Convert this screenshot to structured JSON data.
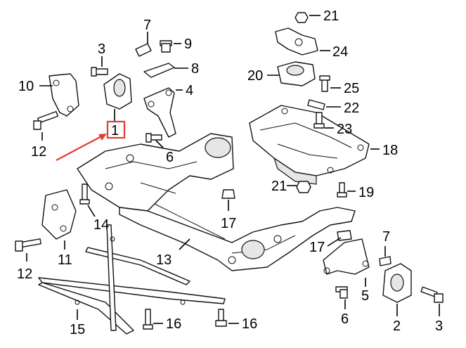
{
  "callouts": [
    {
      "id": "c10",
      "text": "10"
    },
    {
      "id": "c3a",
      "text": "3"
    },
    {
      "id": "c7a",
      "text": "7"
    },
    {
      "id": "c9",
      "text": "9"
    },
    {
      "id": "c8",
      "text": "8"
    },
    {
      "id": "c4",
      "text": "4"
    },
    {
      "id": "c1",
      "text": "1"
    },
    {
      "id": "c12a",
      "text": "12"
    },
    {
      "id": "c6a",
      "text": "6"
    },
    {
      "id": "c21a",
      "text": "21"
    },
    {
      "id": "c24",
      "text": "24"
    },
    {
      "id": "c20",
      "text": "20"
    },
    {
      "id": "c25",
      "text": "25"
    },
    {
      "id": "c22",
      "text": "22"
    },
    {
      "id": "c23",
      "text": "23"
    },
    {
      "id": "c18",
      "text": "18"
    },
    {
      "id": "c21b",
      "text": "21"
    },
    {
      "id": "c19",
      "text": "19"
    },
    {
      "id": "c14",
      "text": "14"
    },
    {
      "id": "c17a",
      "text": "17"
    },
    {
      "id": "c11",
      "text": "11"
    },
    {
      "id": "c12b",
      "text": "12"
    },
    {
      "id": "c13",
      "text": "13"
    },
    {
      "id": "c7b",
      "text": "7"
    },
    {
      "id": "c17b",
      "text": "17"
    },
    {
      "id": "c5",
      "text": "5"
    },
    {
      "id": "c6b",
      "text": "6"
    },
    {
      "id": "c2",
      "text": "2"
    },
    {
      "id": "c3b",
      "text": "3"
    },
    {
      "id": "c15",
      "text": "15"
    },
    {
      "id": "c16a",
      "text": "16"
    },
    {
      "id": "c16b",
      "text": "16"
    }
  ],
  "colors": {
    "highlight": "#e53935",
    "ink": "#111111"
  }
}
